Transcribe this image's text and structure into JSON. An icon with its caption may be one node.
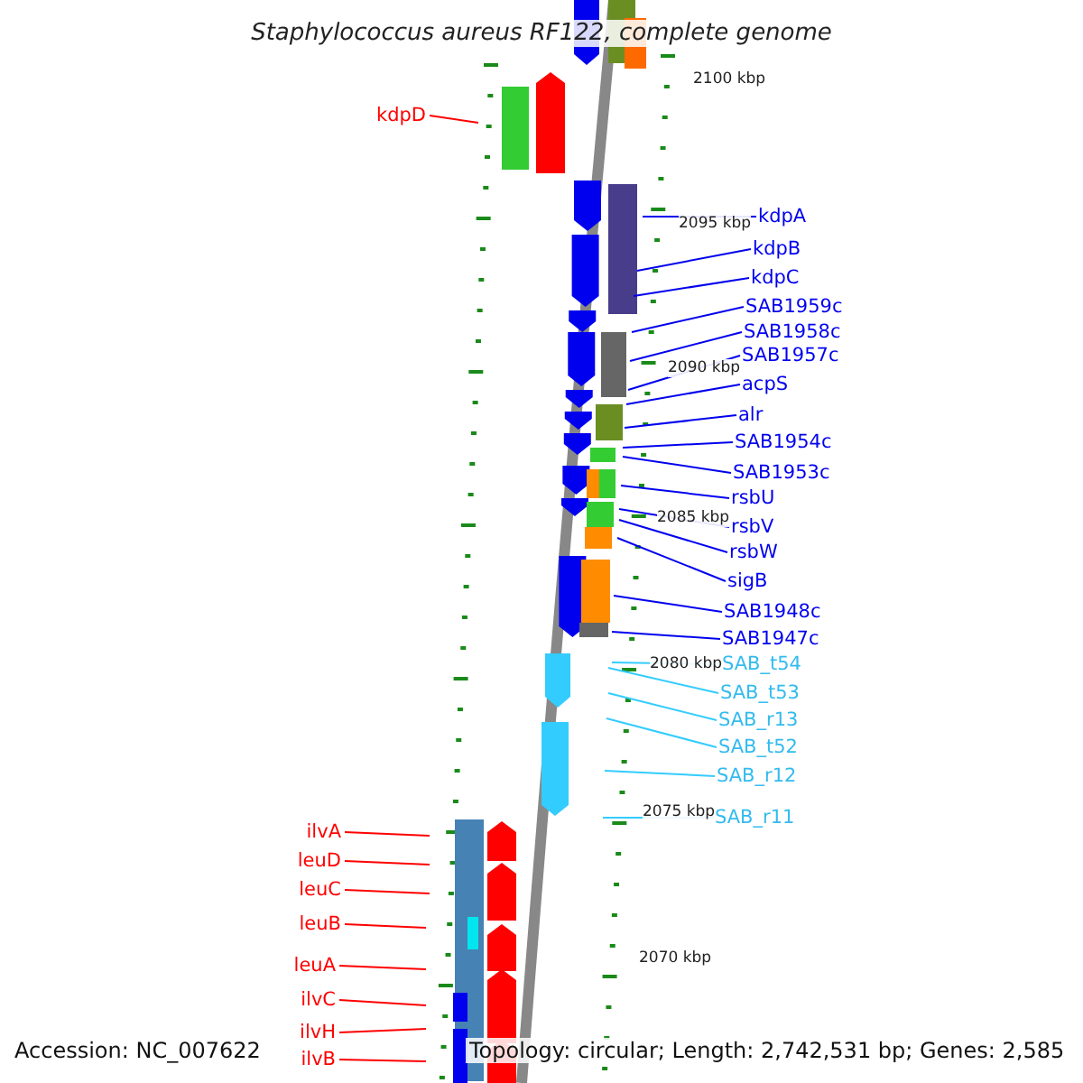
{
  "diagram": {
    "title": "Staphylococcus aureus RF122, complete genome",
    "nodes": [
      {
        "text": [
          "kdpD"
        ]
      },
      {
        "text": [
          "kdpA"
        ]
      },
      {
        "text": [
          "kdpB"
        ]
      },
      {
        "text": [
          "kdpC"
        ]
      },
      {
        "text": [
          "SAB1959c"
        ]
      },
      {
        "text": [
          "SAB1958c"
        ]
      },
      {
        "text": [
          "SAB1957c"
        ]
      },
      {
        "text": [
          "acpS"
        ]
      },
      {
        "text": [
          "alr"
        ]
      },
      {
        "text": [
          "SAB1954c"
        ]
      },
      {
        "text": [
          "SAB1953c"
        ]
      },
      {
        "text": [
          "rsbU"
        ]
      },
      {
        "text": [
          "rsbV"
        ]
      },
      {
        "text": [
          "rsbW"
        ]
      },
      {
        "text": [
          "sigB"
        ]
      },
      {
        "text": [
          "SAB1948c"
        ]
      },
      {
        "text": [
          "SAB1947c"
        ]
      },
      {
        "text": [
          "SAB_t54"
        ]
      },
      {
        "text": [
          "SAB_t53"
        ]
      },
      {
        "text": [
          "SAB_r13"
        ]
      },
      {
        "text": [
          "SAB_t52"
        ]
      },
      {
        "text": [
          "SAB_r12"
        ]
      },
      {
        "text": [
          "SAB_r11"
        ]
      },
      {
        "text": [
          "ilvA"
        ]
      },
      {
        "text": [
          "leuD"
        ]
      },
      {
        "text": [
          "leuC"
        ]
      },
      {
        "text": [
          "leuB"
        ]
      },
      {
        "text": [
          "leuA"
        ]
      },
      {
        "text": [
          "ilvC"
        ]
      },
      {
        "text": [
          "ilvH"
        ]
      },
      {
        "text": [
          "ilvB"
        ]
      }
    ],
    "edges": [
      {
        "from": 0,
        "to": null,
        "arrow": "none",
        "color": "#ff0000"
      },
      {
        "from": 1,
        "to": null,
        "arrow": "none"
      },
      {
        "from": 2,
        "to": null,
        "arrow": "none"
      },
      {
        "from": 3,
        "to": null,
        "arrow": "none"
      },
      {
        "from": 4,
        "to": null,
        "arrow": "none"
      },
      {
        "from": 5,
        "to": null,
        "arrow": "none"
      },
      {
        "from": 6,
        "to": null,
        "arrow": "none"
      },
      {
        "from": 7,
        "to": null,
        "arrow": "none"
      },
      {
        "from": 8,
        "to": null,
        "arrow": "none"
      },
      {
        "from": 9,
        "to": null,
        "arrow": "none"
      },
      {
        "from": 10,
        "to": null,
        "arrow": "none"
      },
      {
        "from": 11,
        "to": null,
        "arrow": "none"
      },
      {
        "from": 12,
        "to": null,
        "arrow": "none"
      },
      {
        "from": 13,
        "to": null,
        "arrow": "none"
      },
      {
        "from": 14,
        "to": null,
        "arrow": "none"
      },
      {
        "from": 15,
        "to": null,
        "arrow": "none"
      },
      {
        "from": 16,
        "to": null,
        "arrow": "none"
      },
      {
        "from": 17,
        "to": null,
        "arrow": "none",
        "color": "#33ccff"
      },
      {
        "from": 18,
        "to": null,
        "arrow": "none",
        "color": "#33ccff"
      },
      {
        "from": 19,
        "to": null,
        "arrow": "none",
        "color": "#33ccff"
      },
      {
        "from": 20,
        "to": null,
        "arrow": "none",
        "color": "#33ccff"
      },
      {
        "from": 21,
        "to": null,
        "arrow": "none",
        "color": "#33ccff"
      },
      {
        "from": 22,
        "to": null,
        "arrow": "none",
        "color": "#33ccff"
      },
      {
        "from": 23,
        "to": null,
        "arrow": "none",
        "color": "#ff0000"
      },
      {
        "from": 24,
        "to": null,
        "arrow": "none",
        "color": "#ff0000"
      },
      {
        "from": 25,
        "to": null,
        "arrow": "none",
        "color": "#ff0000"
      },
      {
        "from": 26,
        "to": null,
        "arrow": "none",
        "color": "#ff0000"
      },
      {
        "from": 27,
        "to": null,
        "arrow": "none",
        "color": "#ff0000"
      },
      {
        "from": 28,
        "to": null,
        "arrow": "none",
        "color": "#ff0000"
      },
      {
        "from": 29,
        "to": null,
        "arrow": "none",
        "color": "#ff0000"
      },
      {
        "from": 30,
        "to": null,
        "arrow": "none",
        "color": "#ff0000"
      }
    ],
    "labels": [
      "2100 kbp",
      "2095 kbp",
      "2090 kbp",
      "2085 kbp",
      "2080 kbp",
      "2075 kbp",
      "2070 kbp",
      "Accession: NC_007622",
      "Topology: circular; Length: 2,742,531 bp; Genes: 2,585"
    ]
  }
}
